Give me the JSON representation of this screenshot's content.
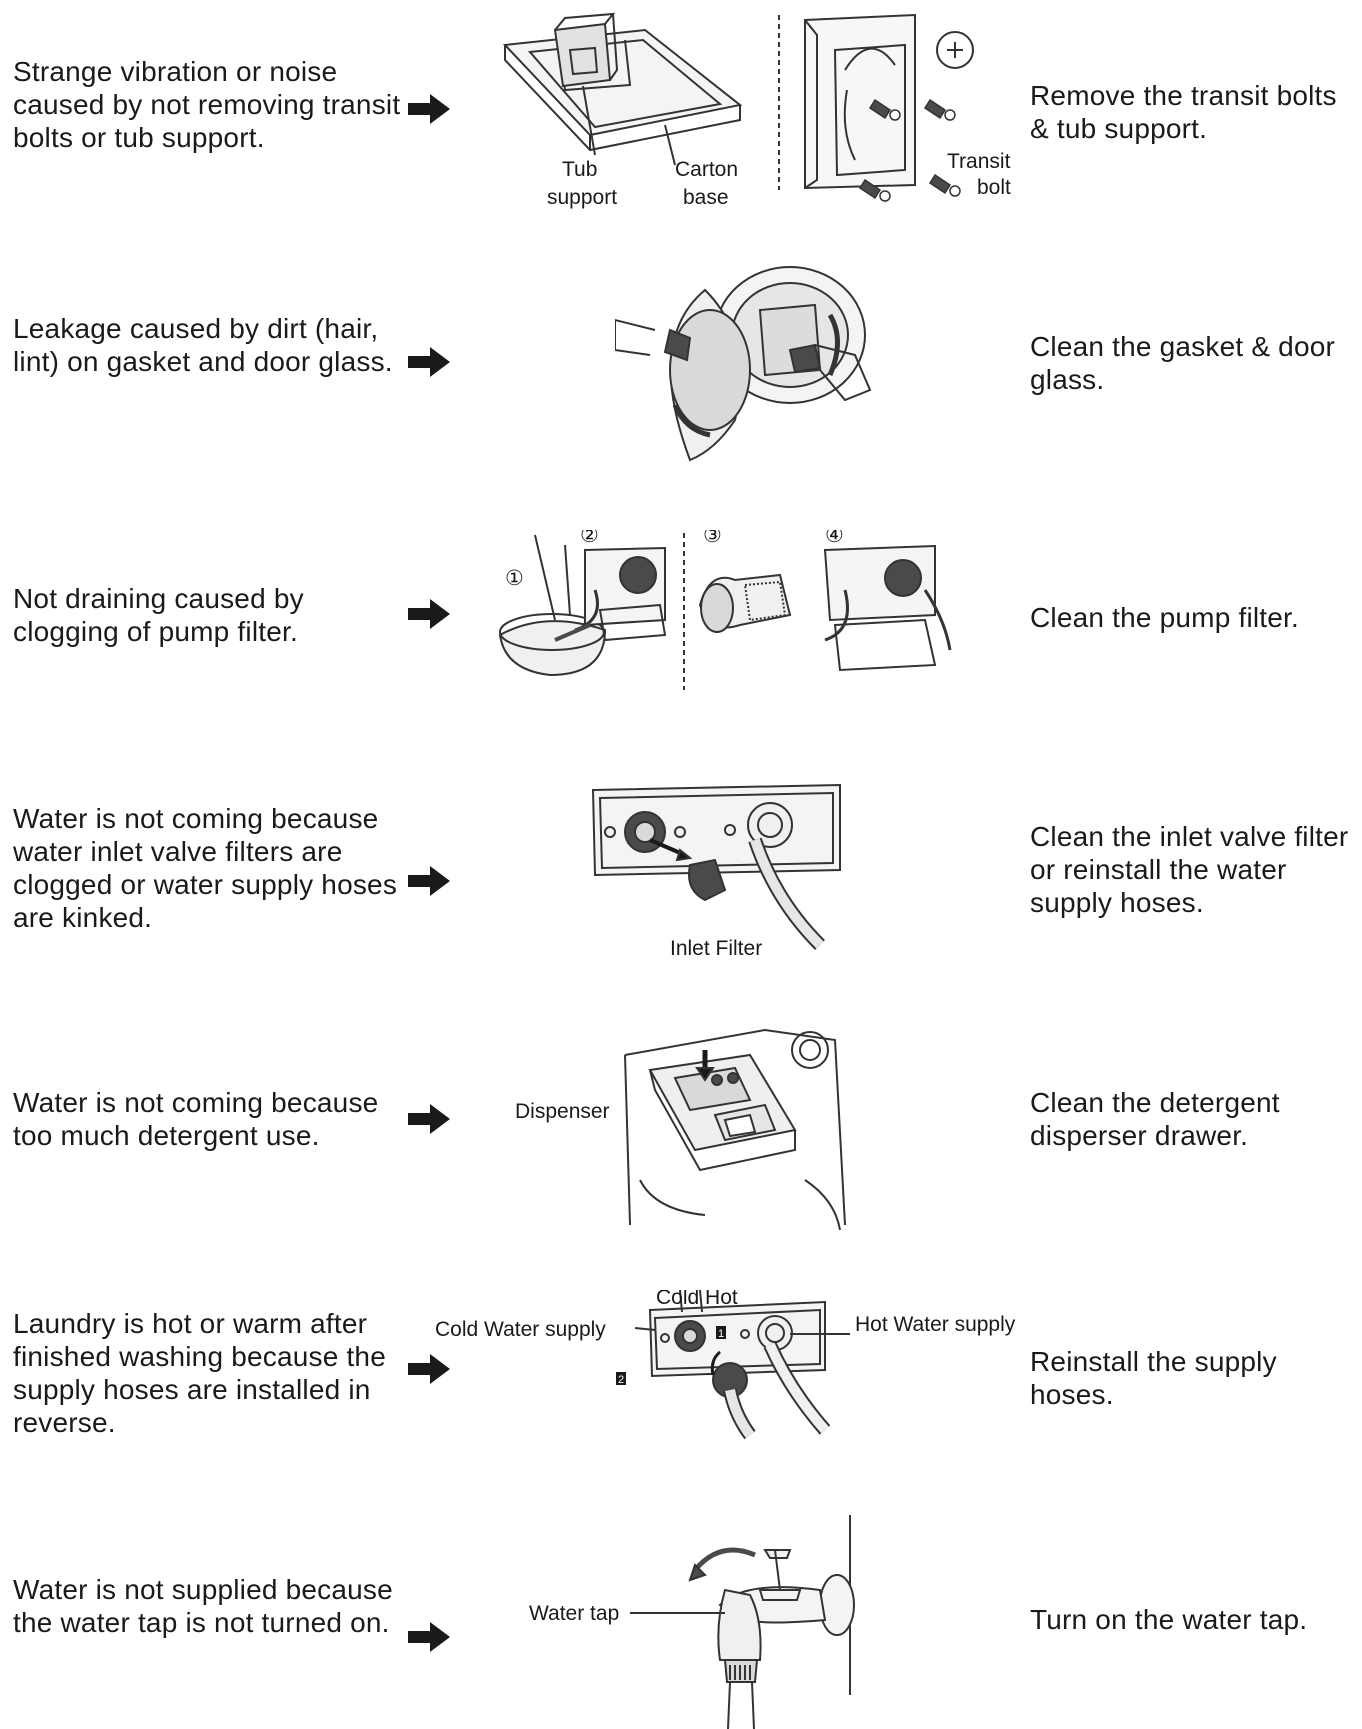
{
  "rows": [
    {
      "problem": "Strange vibration or noise caused by not removing transit bolts or tub support.",
      "solution": "Remove the transit bolts & tub support.",
      "labels": {
        "tub": "Tub",
        "support": "support",
        "carton": "Carton",
        "base": "base",
        "transit": "Transit",
        "bolt": "bolt"
      }
    },
    {
      "problem": "Leakage caused by dirt (hair, lint) on gasket and door glass.",
      "solution": "Clean the gasket & door glass."
    },
    {
      "problem": "Not draining caused by clogging of pump filter.",
      "solution": "Clean the pump filter.",
      "labels": {
        "step1": "①",
        "step2": "②",
        "step3": "③",
        "step4": "④"
      }
    },
    {
      "problem": "Water is not coming because water inlet valve filters are clogged or water supply hoses are kinked.",
      "solution": "Clean the inlet valve filter or reinstall the water supply hoses.",
      "labels": {
        "inlet_filter": "Inlet Filter"
      }
    },
    {
      "problem": "Water is not coming because too much detergent use.",
      "solution": "Clean the detergent disperser drawer.",
      "labels": {
        "dispenser": "Dispenser"
      }
    },
    {
      "problem": "Laundry is hot or warm after finished washing because the supply hoses are installed in reverse.",
      "solution": "Reinstall the supply hoses.",
      "labels": {
        "cold_hot": "Cold Hot",
        "cold_water": "Cold Water supply",
        "hot_water": "Hot Water supply",
        "badge1": "1",
        "badge2": "2"
      }
    },
    {
      "problem": "Water is not supplied because the water tap is not turned on.",
      "solution": "Turn on the water tap.",
      "labels": {
        "water_tap": "Water tap"
      }
    }
  ],
  "icons": {
    "arrow": "right-arrow-icon"
  },
  "colors": {
    "ink": "#1a1a1a",
    "line": "#333333",
    "fill_dark": "#4a4a4a",
    "fill_light": "#d9d9d9"
  }
}
